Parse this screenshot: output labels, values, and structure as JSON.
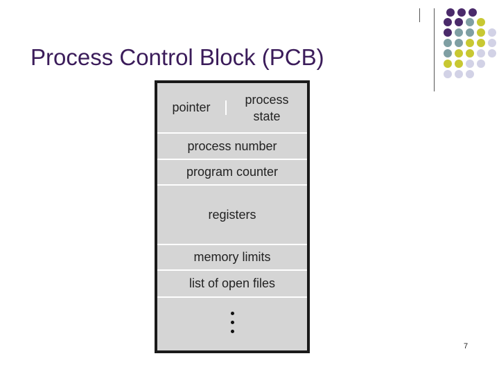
{
  "slide": {
    "title": "Process Control Block (PCB)",
    "page_number": "7"
  },
  "pcb": {
    "pointer": "pointer",
    "process_state": "process state",
    "fields": [
      "process number",
      "program counter",
      "registers",
      "memory limits",
      "list of open files"
    ]
  },
  "colors": {
    "title": "#3b1c5a",
    "dot_purple": "#4a2a6a",
    "dot_teal": "#7f9fa3",
    "dot_yellow": "#c8c832",
    "dot_lavender": "#d2d2e6",
    "block_fill": "#d5d5d5",
    "block_border": "#1a1a1a"
  }
}
